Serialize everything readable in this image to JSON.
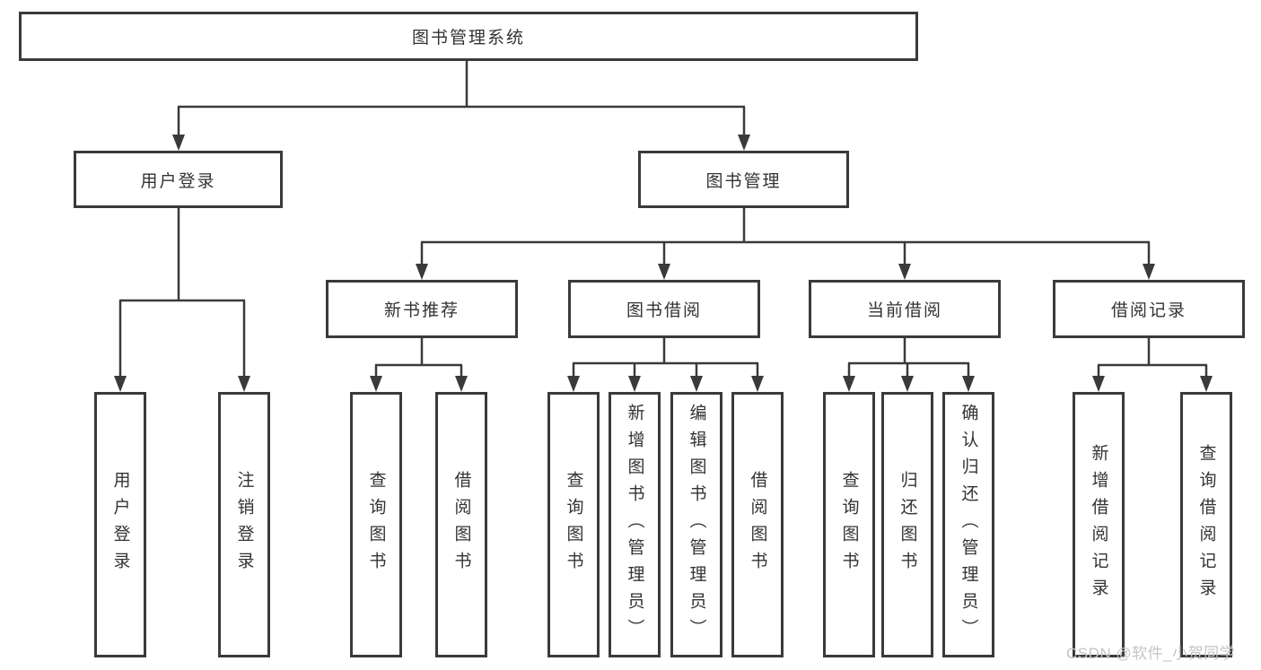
{
  "tree": {
    "label": "图书管理系统",
    "children": [
      {
        "label": "用户登录",
        "children": [
          {
            "label": "用户登录"
          },
          {
            "label": "注销登录"
          }
        ]
      },
      {
        "label": "图书管理",
        "children": [
          {
            "label": "新书推荐",
            "children": [
              {
                "label": "查询图书"
              },
              {
                "label": "借阅图书"
              }
            ]
          },
          {
            "label": "图书借阅",
            "children": [
              {
                "label": "查询图书"
              },
              {
                "label": "新增图书（管理员）"
              },
              {
                "label": "编辑图书（管理员）"
              },
              {
                "label": "借阅图书"
              }
            ]
          },
          {
            "label": "当前借阅",
            "children": [
              {
                "label": "查询图书"
              },
              {
                "label": "归还图书"
              },
              {
                "label": "确认归还（管理员）"
              }
            ]
          },
          {
            "label": "借阅记录",
            "children": [
              {
                "label": "新增借阅记录"
              },
              {
                "label": "查询借阅记录"
              }
            ]
          }
        ]
      }
    ]
  },
  "watermark": {
    "text": "CSDN @软件_小贺同学"
  },
  "colors": {
    "line": "#3a3a3a",
    "text": "#333333",
    "box_background": "#ffffff",
    "watermark": "#c6c3c3"
  }
}
